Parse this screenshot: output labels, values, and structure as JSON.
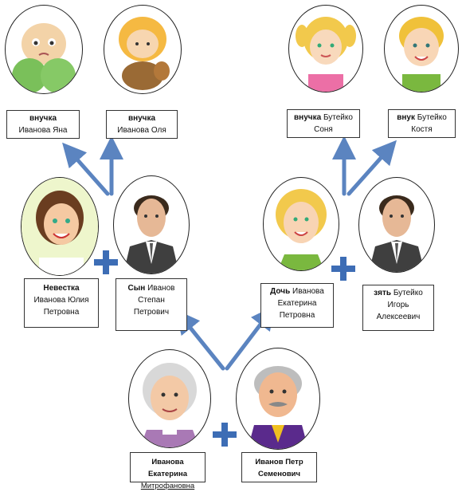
{
  "people": {
    "grand1": {
      "role": "внучка",
      "name": "Иванова Яна"
    },
    "grand2": {
      "role": "внучка",
      "name": "Иванова Оля"
    },
    "grand3": {
      "role": "внучка",
      "name": "Бутейко",
      "name2": "Соня"
    },
    "grand4": {
      "role": "внук",
      "name": "Бутейко",
      "name2": "Костя"
    },
    "daughter_in_law": {
      "role": "Невестка",
      "name": "Иванова Юлия",
      "name2": "Петровна"
    },
    "son": {
      "role": "Сын",
      "name": "Иванов",
      "name2": "Степан",
      "name3": "Петрович"
    },
    "daughter": {
      "role": "Дочь",
      "name": "Иванова",
      "name2": "Екатерина",
      "name3": "Петровна"
    },
    "son_in_law": {
      "role": "зять",
      "name": "Бутейко",
      "name2": "Игорь",
      "name3": "Алексеевич"
    },
    "grandmother": {
      "name": "Иванова Екатерина",
      "name2": "Митрофановна"
    },
    "grandfather": {
      "name": "Иванов Петр",
      "name2": "Семенович"
    }
  },
  "colors": {
    "arrow": "#5b84c0",
    "plus": "#3d6db5"
  }
}
